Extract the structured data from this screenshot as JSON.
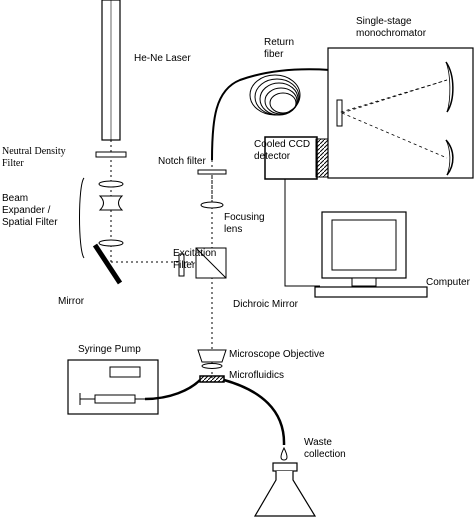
{
  "labels": {
    "laser": "He-Ne Laser",
    "return_fiber": "Return\nfiber",
    "monochromator": "Single-stage\nmonochromator",
    "nd_filter": "Neutral Density\nFilter",
    "ccd": "Cooled CCD\ndetector",
    "notch_filter": "Notch filter",
    "beam_expander": "Beam\nExpander /\nSpatial Filter",
    "focusing_lens": "Focusing\nlens",
    "excitation_filter": "Excitation\nFilter",
    "computer": "Computer",
    "mirror": "Mirror",
    "dichroic": "Dichroic Mirror",
    "syringe_pump": "Syringe Pump",
    "objective": "Microscope Objective",
    "microfluidics": "Microfluidics",
    "waste": "Waste\ncollection"
  }
}
